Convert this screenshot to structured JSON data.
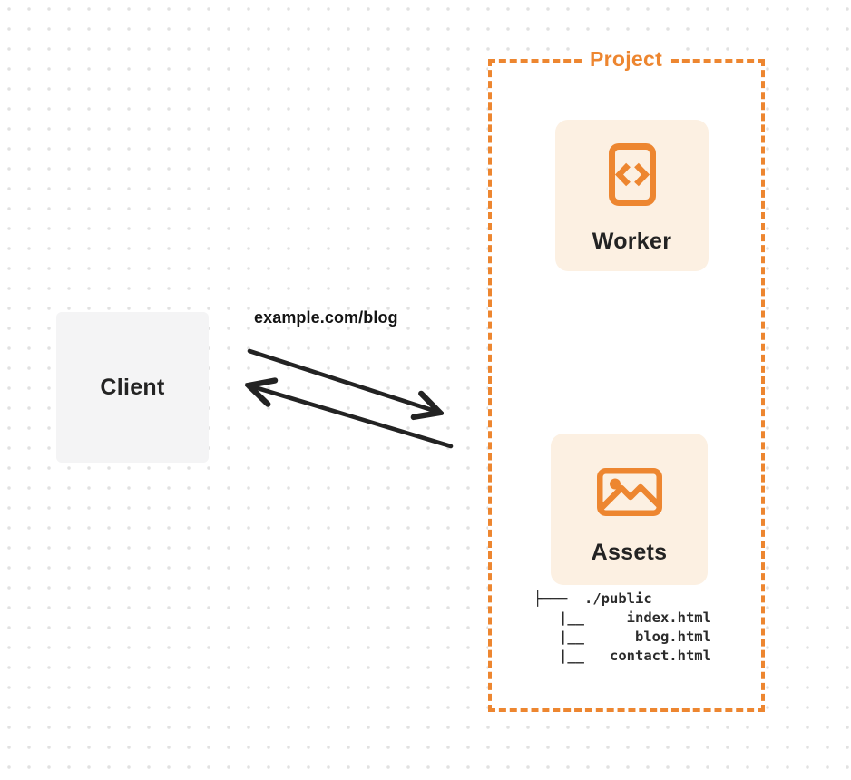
{
  "client": {
    "label": "Client"
  },
  "request": {
    "label": "example.com/blog"
  },
  "project": {
    "title": "Project",
    "worker": {
      "label": "Worker",
      "icon": "code-icon"
    },
    "assets": {
      "label": "Assets",
      "icon": "image-icon",
      "file_tree": [
        "├───  ./public",
        "   |__     index.html",
        "   |__      blog.html",
        "   |__   contact.html"
      ]
    }
  },
  "colors": {
    "accent_orange": "#ED8630",
    "card_background": "#FCF0E2",
    "client_background": "#F4F4F5",
    "arrow_black": "#232323",
    "dot_grey": "#E1E1E1"
  }
}
